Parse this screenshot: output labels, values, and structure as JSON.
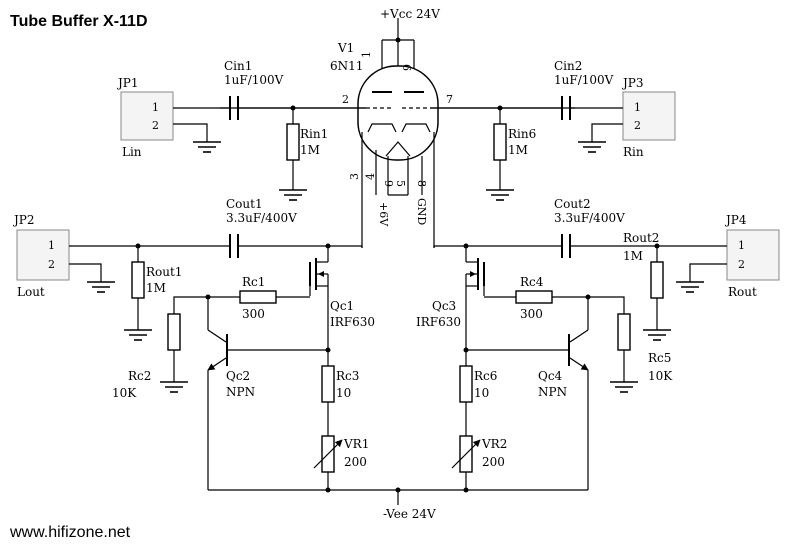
{
  "title": "Tube Buffer X-11D",
  "website": "www.hifizone.net",
  "supply": {
    "vcc": "+Vcc 24V",
    "vee": "-Vee 24V",
    "heater_pos": "+6V",
    "heater_gnd": "GND"
  },
  "tube": {
    "ref": "V1",
    "type": "6N11",
    "pins": [
      "1",
      "6",
      "2",
      "7",
      "3",
      "4",
      "9",
      "5",
      "8"
    ]
  },
  "connectors": {
    "jp1": {
      "ref": "JP1",
      "label": "Lin",
      "pins": [
        "1",
        "2"
      ]
    },
    "jp2": {
      "ref": "JP2",
      "label": "Lout",
      "pins": [
        "1",
        "2"
      ]
    },
    "jp3": {
      "ref": "JP3",
      "label": "Rin",
      "pins": [
        "1",
        "2"
      ]
    },
    "jp4": {
      "ref": "JP4",
      "label": "Rout",
      "pins": [
        "1",
        "2"
      ]
    }
  },
  "components": {
    "cin1": {
      "ref": "Cin1",
      "value": "1uF/100V"
    },
    "cin2": {
      "ref": "Cin2",
      "value": "1uF/100V"
    },
    "rin1": {
      "ref": "Rin1",
      "value": "1M"
    },
    "rin6": {
      "ref": "Rin6",
      "value": "1M"
    },
    "cout1": {
      "ref": "Cout1",
      "value": "3.3uF/400V"
    },
    "cout2": {
      "ref": "Cout2",
      "value": "3.3uF/400V"
    },
    "rout1": {
      "ref": "Rout1",
      "value": "1M"
    },
    "rout2": {
      "ref": "Rout2",
      "value": "1M"
    },
    "rc1": {
      "ref": "Rc1",
      "value": "300"
    },
    "rc4": {
      "ref": "Rc4",
      "value": "300"
    },
    "rc2": {
      "ref": "Rc2",
      "value": "10K"
    },
    "rc5": {
      "ref": "Rc5",
      "value": "10K"
    },
    "rc3": {
      "ref": "Rc3",
      "value": "10"
    },
    "rc6": {
      "ref": "Rc6",
      "value": "10"
    },
    "vr1": {
      "ref": "VR1",
      "value": "200"
    },
    "vr2": {
      "ref": "VR2",
      "value": "200"
    },
    "qc1": {
      "ref": "Qc1",
      "value": "IRF630"
    },
    "qc3": {
      "ref": "Qc3",
      "value": "IRF630"
    },
    "qc2": {
      "ref": "Qc2",
      "value": "NPN"
    },
    "qc4": {
      "ref": "Qc4",
      "value": "NPN"
    }
  }
}
